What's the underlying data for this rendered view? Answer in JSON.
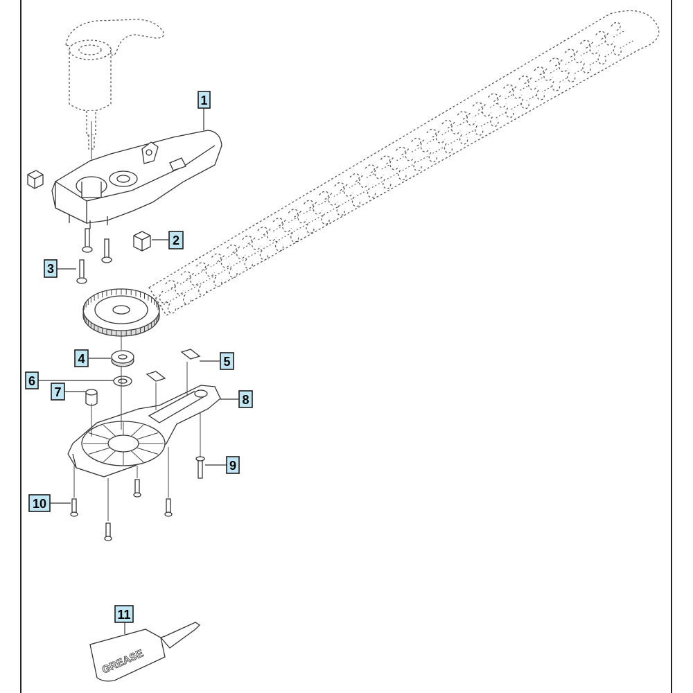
{
  "callouts": [
    {
      "id": "callout-1",
      "label": "1"
    },
    {
      "id": "callout-2",
      "label": "2"
    },
    {
      "id": "callout-3",
      "label": "3"
    },
    {
      "id": "callout-4",
      "label": "4"
    },
    {
      "id": "callout-5",
      "label": "5"
    },
    {
      "id": "callout-6",
      "label": "6"
    },
    {
      "id": "callout-7",
      "label": "7"
    },
    {
      "id": "callout-8",
      "label": "8"
    },
    {
      "id": "callout-9",
      "label": "9"
    },
    {
      "id": "callout-10",
      "label": "10"
    },
    {
      "id": "callout-11",
      "label": "11"
    }
  ],
  "grease_tube": {
    "text": "GREASE"
  }
}
